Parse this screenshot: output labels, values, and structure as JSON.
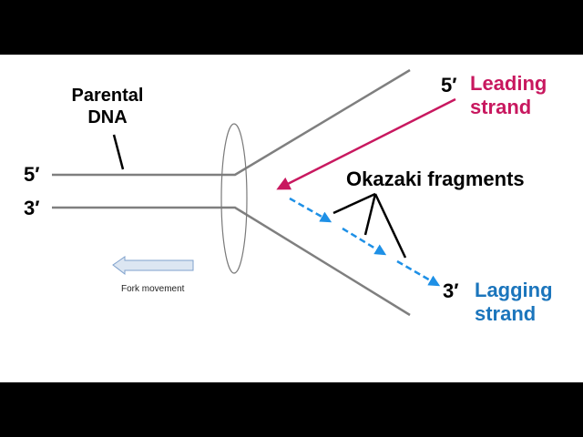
{
  "labels": {
    "parental_dna": [
      "Parental",
      "DNA"
    ],
    "top_left_end": "5′",
    "bottom_left_end": "3′",
    "leading_end": "5′",
    "leading_strand": [
      "Leading",
      "strand"
    ],
    "okazaki": "Okazaki fragments",
    "lagging_end": "3′",
    "lagging_strand": [
      "Lagging",
      "strand"
    ],
    "fork_movement": "Fork movement"
  },
  "colors": {
    "background": "#ffffff",
    "letterbox": "#000000",
    "parental_strand": "#7f7f7f",
    "leading_strand": "#c8185f",
    "lagging_strand": "#1b75bc",
    "lagging_fragment": "#1e90e6",
    "text": "#000000",
    "fork_arrow_fill": "#dce6f2",
    "fork_arrow_stroke": "#7fa1cc"
  },
  "icons": {
    "fork_arrow": "left-arrow-icon",
    "helicase": "ellipse-ring-icon"
  }
}
